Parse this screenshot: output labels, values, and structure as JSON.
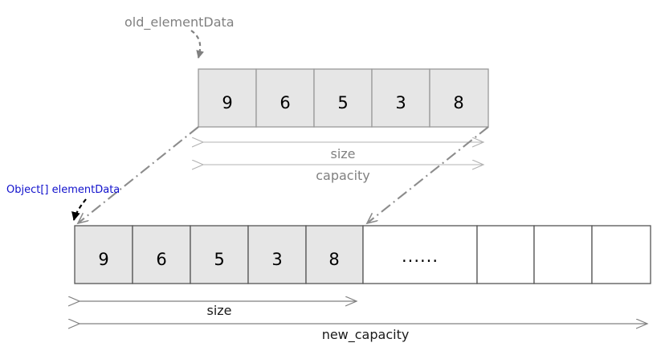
{
  "diagram": {
    "title_hidden": "ArrayList grow / elementData reallocation",
    "colors": {
      "cell_fill": "#e6e6e6",
      "cell_empty_fill": "#ffffff",
      "cell_stroke": "#666666",
      "measure_stroke": "#b3b3b3",
      "measure_stroke_dark": "#999999",
      "dashdot_stroke": "#8c8c8c",
      "pointer_gray": "#808080",
      "pointer_black": "#000000",
      "label_blue": "#1111cc",
      "label_gray": "#808080",
      "label_dark": "#1a1a1a"
    },
    "old_array": {
      "pointer_label": "old_elementData",
      "cells": [
        {
          "value": "9",
          "filled": true
        },
        {
          "value": "6",
          "filled": true
        },
        {
          "value": "5",
          "filled": true
        },
        {
          "value": "3",
          "filled": true
        },
        {
          "value": "8",
          "filled": true
        }
      ],
      "measures": [
        {
          "name": "size",
          "label": "size"
        },
        {
          "name": "capacity",
          "label": "capacity"
        }
      ]
    },
    "new_array": {
      "pointer_label": "Object[] elementData",
      "cells": [
        {
          "value": "9",
          "filled": true
        },
        {
          "value": "6",
          "filled": true
        },
        {
          "value": "5",
          "filled": true
        },
        {
          "value": "3",
          "filled": true
        },
        {
          "value": "8",
          "filled": true
        },
        {
          "value": "......",
          "filled": false
        },
        {
          "value": "",
          "filled": false
        },
        {
          "value": "",
          "filled": false
        },
        {
          "value": "",
          "filled": false
        }
      ],
      "measures": [
        {
          "name": "size",
          "label": "size"
        },
        {
          "name": "new_capacity",
          "label": "new_capacity"
        }
      ]
    }
  }
}
